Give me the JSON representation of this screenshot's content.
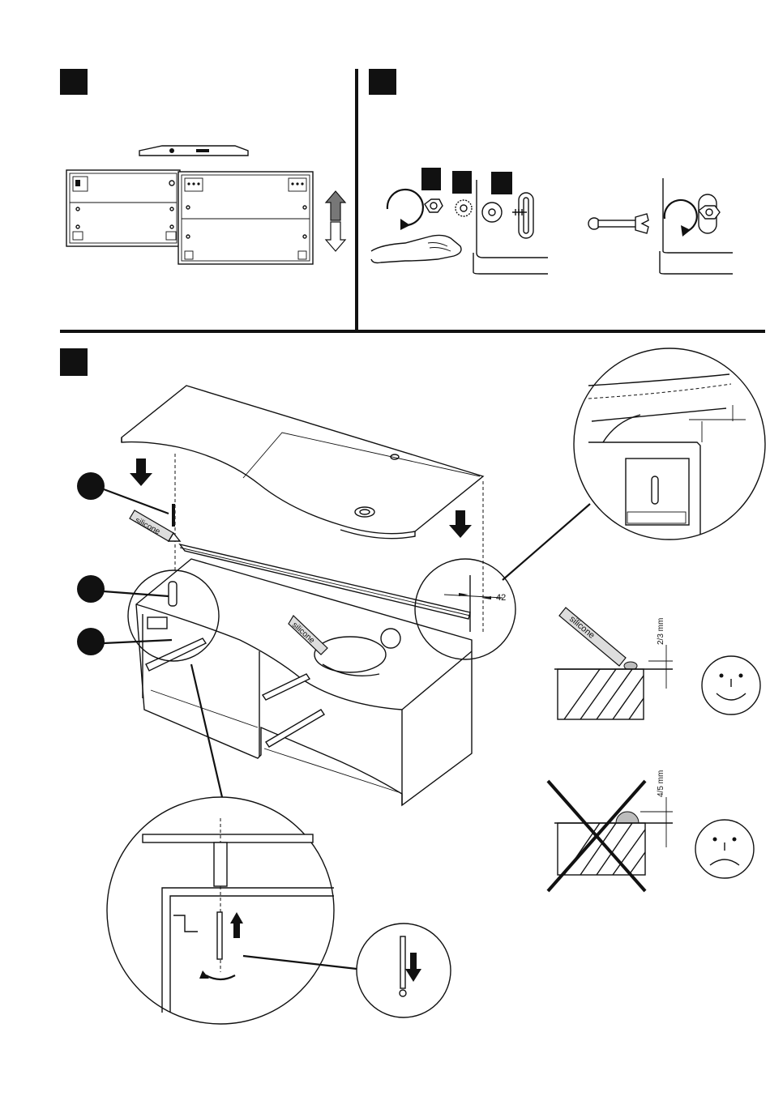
{
  "labels": {
    "sealant_tube": "silicone",
    "sealant_tube_2": "silicone",
    "offset_dimension": "42",
    "bead_ok_height": "2/3 mm",
    "bead_bad_height": "4/5 mm"
  },
  "icons": {
    "happy_face": "smiley-face-icon",
    "sad_face": "sad-face-icon",
    "arrow_up_down": "up-down-arrow-icon",
    "rotate": "rotate-arrow-icon",
    "wrench": "wrench-icon"
  },
  "colors": {
    "ink": "#111111",
    "paper": "#ffffff",
    "bead_grey": "#bdbdbd"
  }
}
